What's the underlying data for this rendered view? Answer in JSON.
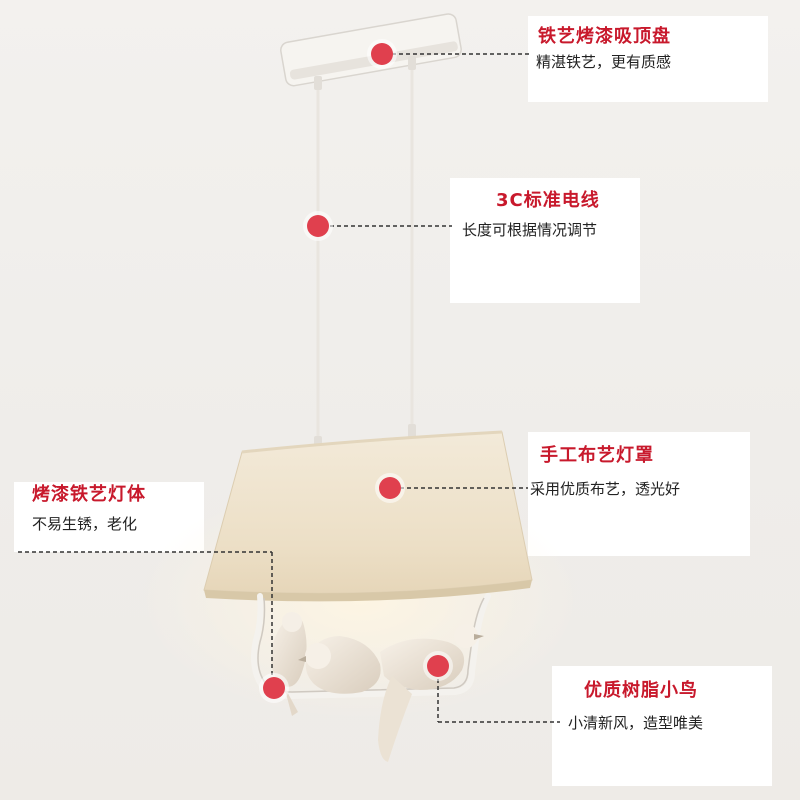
{
  "annotations": {
    "canopy": {
      "title": "铁艺烤漆吸顶盘",
      "subtitle": "精湛铁艺，更有质感"
    },
    "cable": {
      "title": "3C标准电线",
      "subtitle": "长度可根据情况调节"
    },
    "shade": {
      "title": "手工布艺灯罩",
      "subtitle": "采用优质布艺，透光好"
    },
    "body": {
      "title": "烤漆铁艺灯体",
      "subtitle": "不易生锈，老化"
    },
    "birds": {
      "title": "优质树脂小鸟",
      "subtitle": "小清新风，造型唯美"
    }
  },
  "colors": {
    "title_red": "#c8192c",
    "dot": "#e0404e",
    "shade": "#efe4d1",
    "metal": "#f4f2ee"
  }
}
